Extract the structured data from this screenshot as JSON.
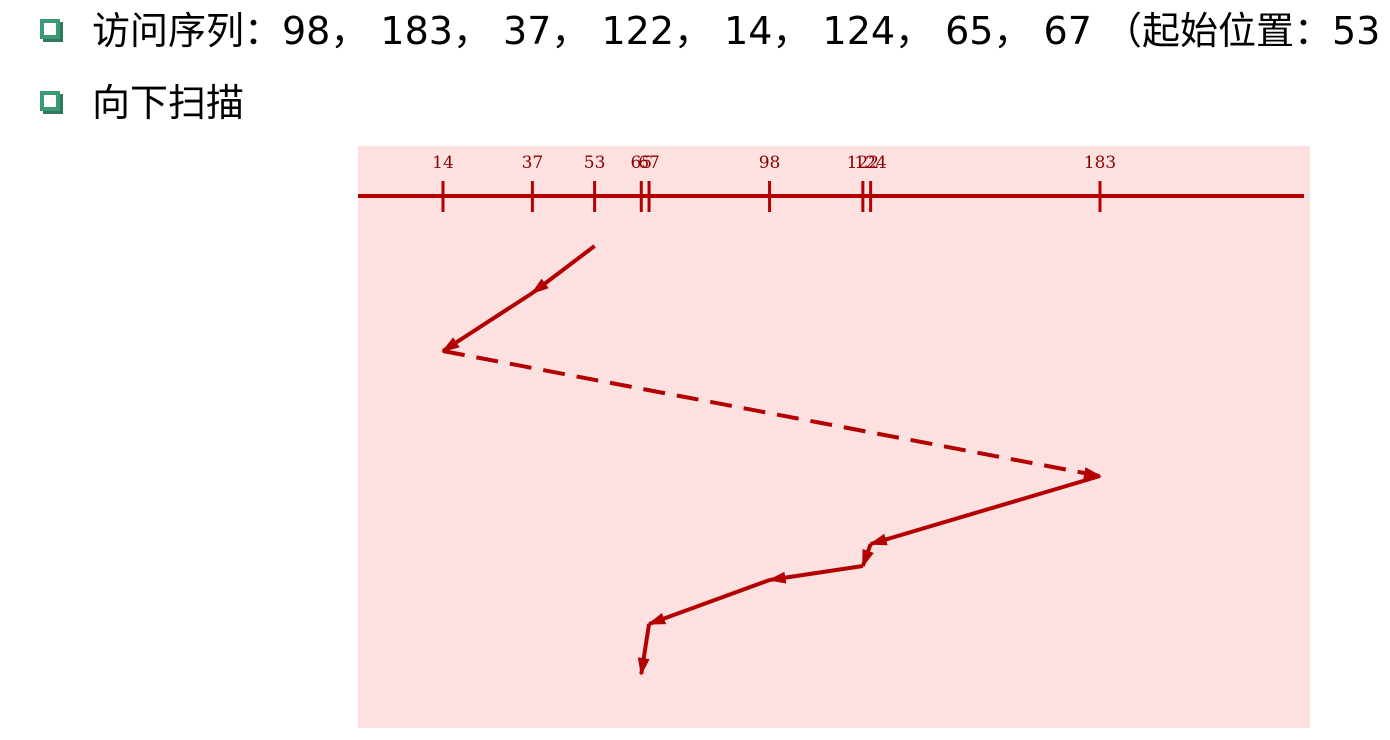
{
  "bullets": [
    {
      "icon": "square-bullet-icon",
      "text": "访问序列：98， 183， 37， 122， 14， 124， 65， 67    （起始位置：53"
    },
    {
      "icon": "square-bullet-icon",
      "text": "向下扫描"
    }
  ],
  "diagram": {
    "colors": {
      "background": "#fde0e0",
      "line": "#b30000",
      "tick_label": "#8b0000"
    },
    "tracks": [
      14,
      37,
      53,
      65,
      67,
      98,
      122,
      124,
      183
    ],
    "scan_path": [
      {
        "from": 53,
        "to": 37,
        "style": "solid"
      },
      {
        "from": 37,
        "to": 14,
        "style": "solid"
      },
      {
        "from": 14,
        "to": 183,
        "style": "dashed"
      },
      {
        "from": 183,
        "to": 124,
        "style": "solid"
      },
      {
        "from": 124,
        "to": 122,
        "style": "solid"
      },
      {
        "from": 122,
        "to": 98,
        "style": "solid"
      },
      {
        "from": 98,
        "to": 67,
        "style": "solid"
      },
      {
        "from": 67,
        "to": 65,
        "style": "solid"
      }
    ]
  }
}
